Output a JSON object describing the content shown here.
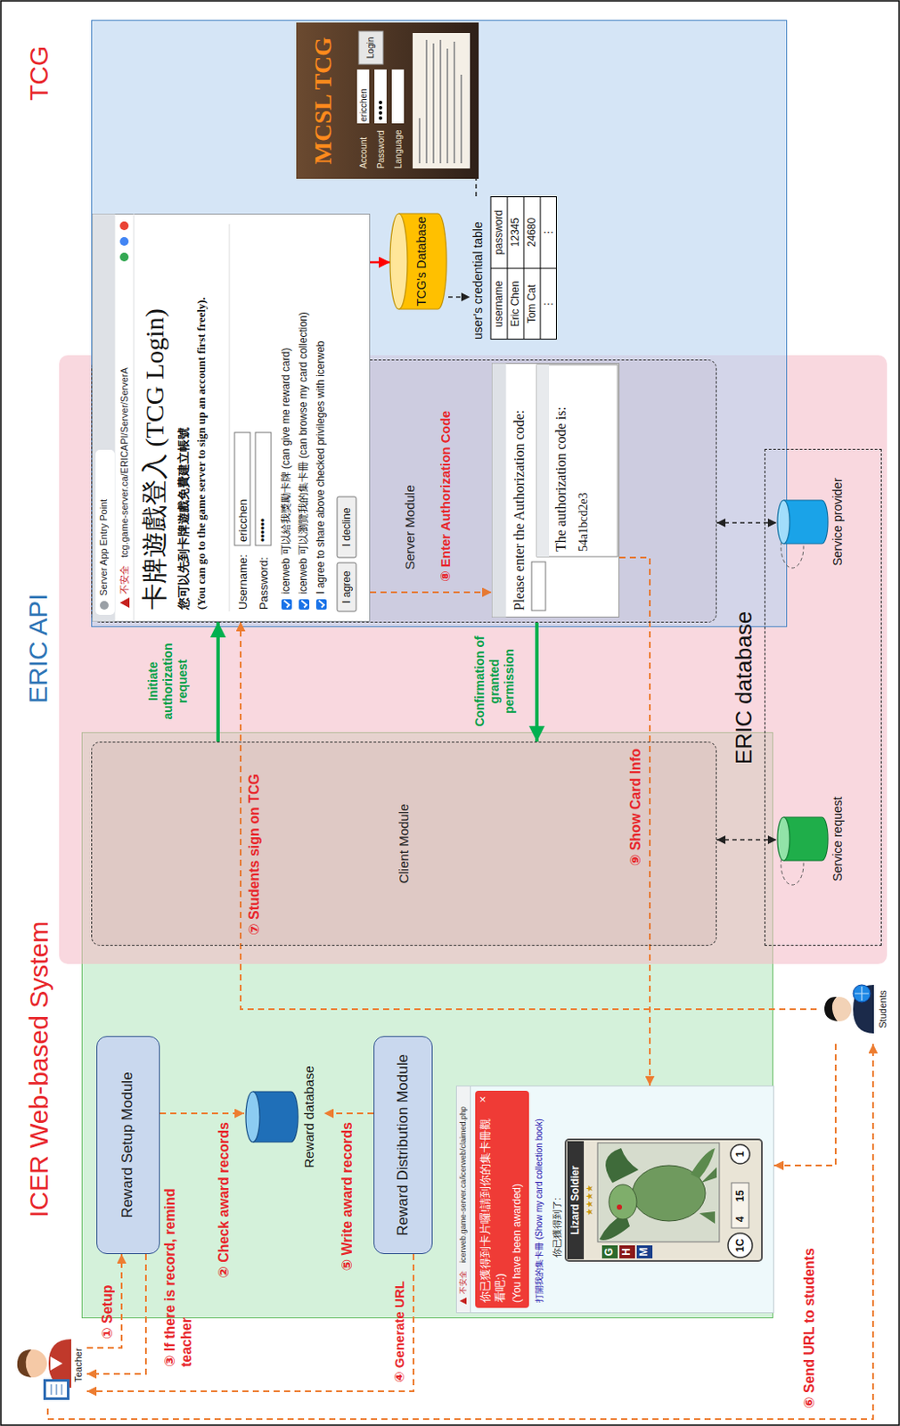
{
  "diagram": {
    "nodes": [
      {
        "text": [
          "ICER Web-based System"
        ]
      },
      {
        "text": [
          "ERIC API"
        ]
      },
      {
        "text": [
          "TCG"
        ]
      },
      {
        "text": [
          "Reward Setup Module"
        ],
        "in": 0
      },
      {
        "text": [
          "Reward database"
        ],
        "in": 0
      },
      {
        "text": [
          "Reward Distribution Module"
        ],
        "in": 0
      },
      {
        "text": [
          "不安全",
          "icerweb.game-server.ca/icerweb/claimed.php",
          "你已獲得到卡片囉!請到你的集卡冊觀看吧:)",
          "(You have been awarded)",
          "×",
          "打開我的集卡冊 (Show my card collection book)",
          "你已獲得到了:",
          "Lizard Soldier",
          "★★★★",
          "G",
          "H",
          "M",
          "1C",
          "4",
          "15",
          "1"
        ],
        "in": 0
      },
      {
        "text": [
          "Client Module"
        ],
        "in": 1
      },
      {
        "text": [
          "Server Module"
        ],
        "in": 1
      },
      {
        "text": [
          "Please enter the Authorization code:",
          "The authorization code is:",
          "54a1bcd2e3"
        ],
        "in": 8
      },
      {
        "text": [
          "ERIC database"
        ],
        "in": 1
      },
      {
        "text": [
          "Service request"
        ],
        "in": 10
      },
      {
        "text": [
          "Service provider"
        ],
        "in": 10
      },
      {
        "text": [
          "Server App Entry Point",
          "不安全",
          "tcg.game-server.ca/ERICAPI/Server/ServerA",
          "卡牌遊戲登入 (TCG Login)",
          "您可以先到卡牌遊戲免費建立帳號",
          "(You can go to the game server to sign up an account first freely).",
          "Username:",
          "ericchen",
          "Password:",
          "••••••",
          "icerweb 可以給我獎勵卡牌 (can give me reward card)",
          "icerweb 可以瀏覽我的集卡冊 (can browse my card collection)",
          "I agree to share above checked privileges with icerweb",
          "I agree",
          "I decline"
        ],
        "in": 2
      },
      {
        "text": [
          "TCG's Database"
        ],
        "in": 2
      },
      {
        "text": [
          "user's credential table",
          "username",
          "password",
          "Eric Chen",
          "12345",
          "Tom Cat",
          "24680",
          "⋮",
          "⋮"
        ],
        "in": 2
      },
      {
        "text": [
          "MCSL TCG",
          "Account",
          "ericchen",
          "Password",
          "Language",
          "Login"
        ],
        "in": 2
      },
      {
        "text": [
          "Teacher"
        ]
      },
      {
        "text": [
          "Students"
        ]
      }
    ],
    "edges": [
      {
        "from": 17,
        "to": 3,
        "label": "① Setup",
        "arrow": "to"
      },
      {
        "from": 3,
        "to": 4,
        "label": "② Check award records",
        "arrow": "to"
      },
      {
        "from": 3,
        "to": 17,
        "label": "③ If there is record, remind teacher",
        "arrow": "to"
      },
      {
        "from": 5,
        "to": 17,
        "label": "④ Generate URL",
        "arrow": "to"
      },
      {
        "from": 5,
        "to": 4,
        "label": "⑤ Write award records",
        "arrow": "to"
      },
      {
        "from": 17,
        "to": 18,
        "label": "⑥ Send URL to students",
        "arrow": "to"
      },
      {
        "from": 18,
        "to": 6,
        "arrow": "to"
      },
      {
        "from": 18,
        "to": 13,
        "label": "⑦ Students sign on TCG",
        "arrow": "to"
      },
      {
        "from": 7,
        "to": 13,
        "label": "Initiate authorization request",
        "arrow": "to"
      },
      {
        "from": 8,
        "to": 7,
        "label": "Confirmation of granted permission",
        "arrow": "to"
      },
      {
        "from": 13,
        "to": 9,
        "label": "⑧ Enter Authorization Code",
        "arrow": "to"
      },
      {
        "from": 9,
        "to": 6,
        "label": "⑨ Show Card Info",
        "arrow": "to"
      },
      {
        "from": 13,
        "to": 14,
        "arrow": "to"
      },
      {
        "from": 7,
        "to": 11,
        "arrow": "both"
      },
      {
        "from": 8,
        "to": 12,
        "arrow": "both"
      },
      {
        "from": 14,
        "to": 15,
        "arrow": "to"
      },
      {
        "from": 15,
        "to": 16,
        "arrow": "none"
      }
    ]
  }
}
